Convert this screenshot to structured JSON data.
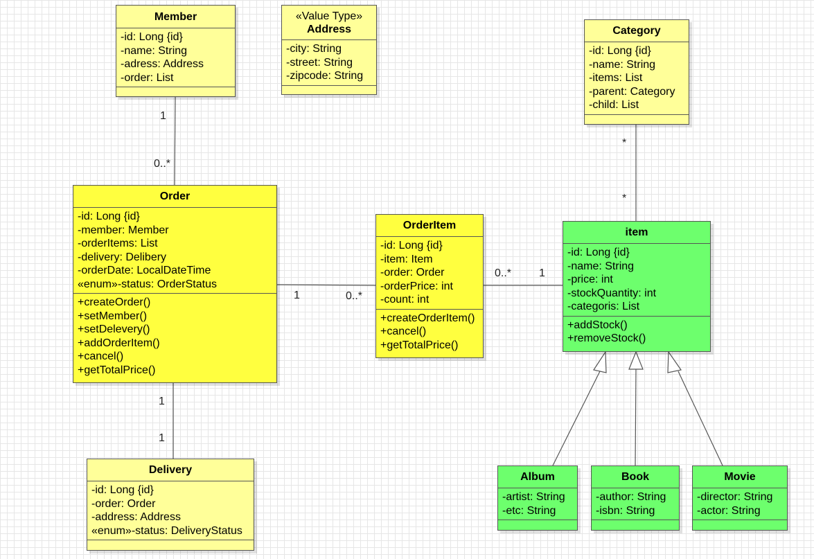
{
  "colors": {
    "light_yellow": "#ffff99",
    "yellow": "#ffff3f",
    "green": "#6dff6d",
    "line": "#555555"
  },
  "classes": {
    "member": {
      "name": "Member",
      "attributes": [
        "-id: Long {id}",
        "-name: String",
        "-adress: Address",
        "-order: List"
      ],
      "operations": []
    },
    "address": {
      "stereotype": "«Value Type»",
      "name": "Address",
      "attributes": [
        "-city: String",
        "-street: String",
        "-zipcode: String"
      ],
      "operations": []
    },
    "category": {
      "name": "Category",
      "attributes": [
        "-id: Long {id}",
        "-name: String",
        "-items: List",
        "-parent: Category",
        "-child: List"
      ],
      "operations": []
    },
    "order": {
      "name": "Order",
      "attributes": [
        "-id: Long {id}",
        "-member: Member",
        "-orderItems: List",
        "-delivery: Delibery",
        "-orderDate: LocalDateTime",
        "«enum»-status: OrderStatus"
      ],
      "operations": [
        "+createOrder()",
        "+setMember()",
        "+setDelevery()",
        "+addOrderItem()",
        "+cancel()",
        "+getTotalPrice()"
      ]
    },
    "orderitem": {
      "name": "OrderItem",
      "attributes": [
        "-id: Long {id}",
        "-item: Item",
        "-order: Order",
        "-orderPrice: int",
        "-count: int"
      ],
      "operations": [
        "+createOrderItem()",
        "+cancel()",
        "+getTotalPrice()"
      ]
    },
    "item": {
      "name": "item",
      "attributes": [
        "-id: Long {id}",
        "-name: String",
        "-price: int",
        "-stockQuantity: int",
        "-categoris: List"
      ],
      "operations": [
        "+addStock()",
        "+removeStock()"
      ]
    },
    "delivery": {
      "name": "Delivery",
      "attributes": [
        "-id: Long {id}",
        "-order: Order",
        "-address: Address",
        "«enum»-status: DeliveryStatus"
      ],
      "operations": []
    },
    "album": {
      "name": "Album",
      "attributes": [
        "-artist: String",
        "-etc: String"
      ],
      "operations": []
    },
    "book": {
      "name": "Book",
      "attributes": [
        "-author: String",
        "-isbn: String"
      ],
      "operations": []
    },
    "movie": {
      "name": "Movie",
      "attributes": [
        "-director: String",
        "-actor: String"
      ],
      "operations": []
    }
  },
  "multiplicities": {
    "member_order_member_end": "1",
    "member_order_order_end": "0..*",
    "order_orderitem_order_end": "1",
    "order_orderitem_orderitem_end": "0..*",
    "orderitem_item_orderitem_end": "0..*",
    "orderitem_item_item_end": "1",
    "category_item_category_end": "*",
    "category_item_item_end": "*",
    "order_delivery_order_end": "1",
    "order_delivery_delivery_end": "1"
  }
}
